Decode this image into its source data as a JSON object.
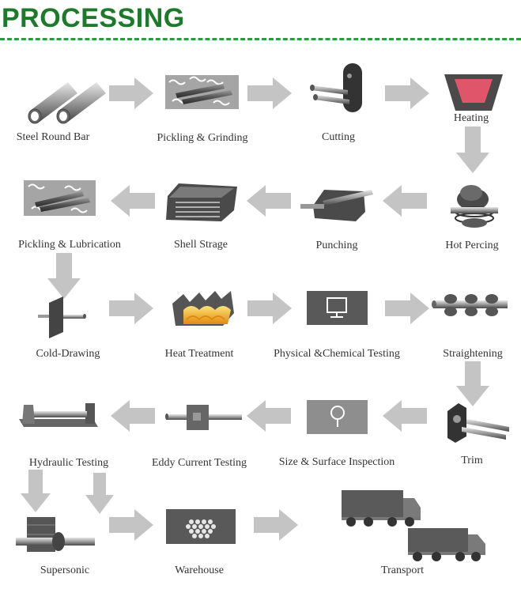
{
  "header": {
    "title": "PROCESSING"
  },
  "steps": [
    {
      "label": "Steel Round Bar",
      "icon": "steel-round-bar-icon"
    },
    {
      "label": "Pickling & Grinding",
      "icon": "pickling-grinding-icon"
    },
    {
      "label": "Cutting",
      "icon": "cutting-icon"
    },
    {
      "label": "Heating",
      "icon": "heating-furnace-icon"
    },
    {
      "label": "Pickling & Lubrication",
      "icon": "pickling-lubrication-icon"
    },
    {
      "label": "Shell Strage",
      "icon": "shell-storage-icon"
    },
    {
      "label": "Punching",
      "icon": "punching-icon"
    },
    {
      "label": "Hot Percing",
      "icon": "hot-piercing-icon"
    },
    {
      "label": "Cold-Drawing",
      "icon": "cold-drawing-icon"
    },
    {
      "label": "Heat Treatment",
      "icon": "heat-treatment-icon"
    },
    {
      "label": "Physical &Chemical Testing",
      "icon": "monitor-icon"
    },
    {
      "label": "Straightening",
      "icon": "straightening-rollers-icon"
    },
    {
      "label": "Hydraulic Testing",
      "icon": "hydraulic-testing-icon"
    },
    {
      "label": "Eddy Current Testing",
      "icon": "eddy-current-icon"
    },
    {
      "label": "Size & Surface Inspection",
      "icon": "magnifier-icon"
    },
    {
      "label": "Trim",
      "icon": "trim-icon"
    },
    {
      "label": "Supersonic",
      "icon": "supersonic-icon"
    },
    {
      "label": "Warehouse",
      "icon": "warehouse-icon"
    },
    {
      "label": "Transport",
      "icon": "truck-icon"
    }
  ],
  "colors": {
    "title": "#1c7a2a",
    "rule": "#2f9a3c",
    "arrow": "#c4c4c4",
    "accent": "#f4a81d",
    "heat": "#e0556a"
  }
}
